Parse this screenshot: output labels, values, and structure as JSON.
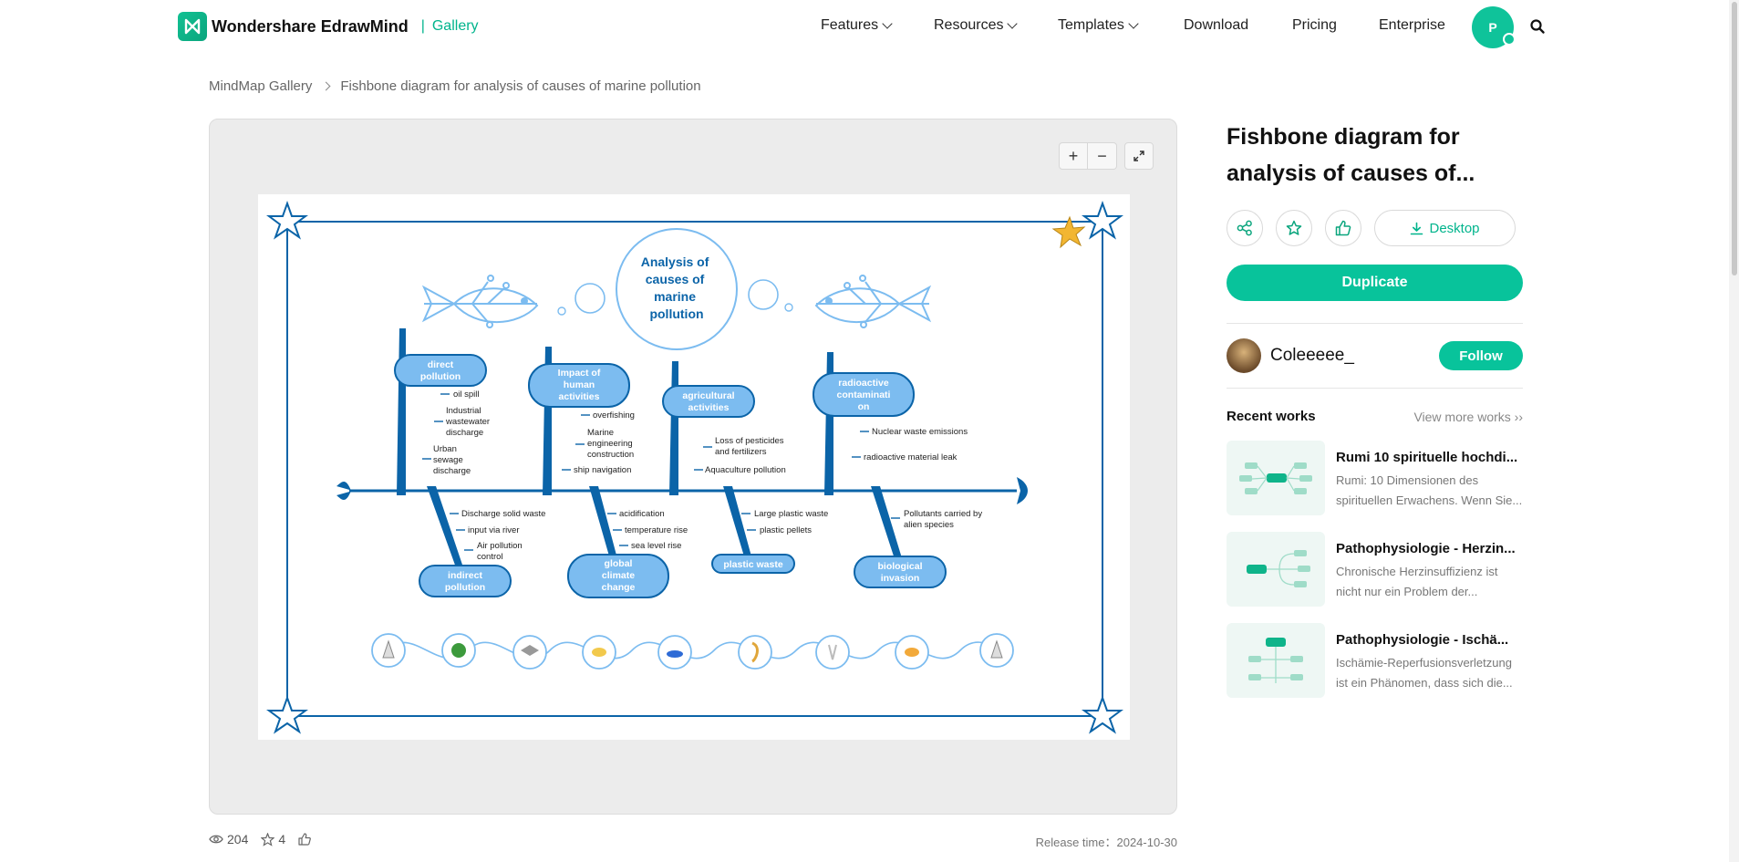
{
  "header": {
    "brand": "Wondershare EdrawMind",
    "separator": "|",
    "gallery": "Gallery",
    "nav": [
      {
        "label": "Features",
        "dropdown": true
      },
      {
        "label": "Resources",
        "dropdown": true
      },
      {
        "label": "Templates",
        "dropdown": true
      },
      {
        "label": "Download",
        "dropdown": false
      },
      {
        "label": "Pricing",
        "dropdown": false
      },
      {
        "label": "Enterprise",
        "dropdown": false
      }
    ],
    "avatar_initial": "P"
  },
  "breadcrumb": {
    "root": "MindMap Gallery",
    "current": "Fishbone diagram for analysis of causes of marine pollution"
  },
  "diagram": {
    "title_line1": "Analysis of",
    "title_line2": "causes of",
    "title_line3": "marine",
    "title_line4": "pollution",
    "top_categories": [
      {
        "label1": "direct",
        "label2": "pollution",
        "label3": "",
        "causes": [
          "oil spill",
          "Industrial",
          "wastewater",
          "discharge",
          "Urban",
          "sewage",
          "discharge"
        ]
      },
      {
        "label1": "Impact of",
        "label2": "human",
        "label3": "activities",
        "causes": [
          "overfishing",
          "Marine",
          "engineering",
          "construction",
          "ship navigation"
        ]
      },
      {
        "label1": "agricultural",
        "label2": "activities",
        "label3": "",
        "causes": [
          "Loss of pesticides",
          "and fertilizers",
          "Aquaculture pollution"
        ]
      },
      {
        "label1": "radioactive",
        "label2": "contaminati",
        "label3": "on",
        "causes": [
          "Nuclear waste emissions",
          "radioactive material leak"
        ]
      }
    ],
    "bottom_categories": [
      {
        "label1": "indirect",
        "label2": "pollution",
        "label3": "",
        "causes": [
          "Discharge solid waste",
          "input via river",
          "Air pollution",
          "control"
        ]
      },
      {
        "label1": "global",
        "label2": "climate",
        "label3": "change",
        "causes": [
          "acidification",
          "temperature rise",
          "sea level rise"
        ]
      },
      {
        "label1": "plastic waste",
        "label2": "",
        "label3": "",
        "causes": [
          "Large plastic waste",
          "plastic pellets"
        ]
      },
      {
        "label1": "biological",
        "label2": "invasion",
        "label3": "",
        "causes": [
          "Pollutants carried by",
          "alien species"
        ]
      }
    ],
    "colors": {
      "bone": "#0b64a8",
      "box": "#7cbcf0",
      "frame": "#0b64a8",
      "accent": "#f2b632"
    }
  },
  "zoom": {
    "plus": "+",
    "minus": "−"
  },
  "stats": {
    "views": "204",
    "stars": "4",
    "release": "Release time：2024-10-30"
  },
  "side": {
    "title_line1": "Fishbone diagram for",
    "title_line2": "analysis of causes of...",
    "desktop_label": "Desktop",
    "duplicate_label": "Duplicate",
    "author": "Coleeeee_",
    "follow_label": "Follow",
    "recent_title": "Recent works",
    "view_more": "View more works",
    "works": [
      {
        "title": "Rumi 10 spirituelle hochdi...",
        "desc": "Rumi: 10 Dimensionen des spirituellen Erwachens. Wenn Sie..."
      },
      {
        "title": "Pathophysiologie - Herzin...",
        "desc": "Chronische Herzinsuffizienz ist nicht nur ein Problem der..."
      },
      {
        "title": "Pathophysiologie - Ischä...",
        "desc": "Ischämie-Reperfusionsverletzung ist ein Phänomen, dass sich die..."
      }
    ]
  },
  "icons": [
    "logo-icon",
    "chevron-down-icon",
    "search-icon",
    "chevron-right-icon",
    "zoom-in-icon",
    "zoom-out-icon",
    "fullscreen-icon",
    "share-icon",
    "star-icon",
    "thumbs-up-icon",
    "download-icon",
    "eye-icon"
  ],
  "accent_color": "#08c39b"
}
